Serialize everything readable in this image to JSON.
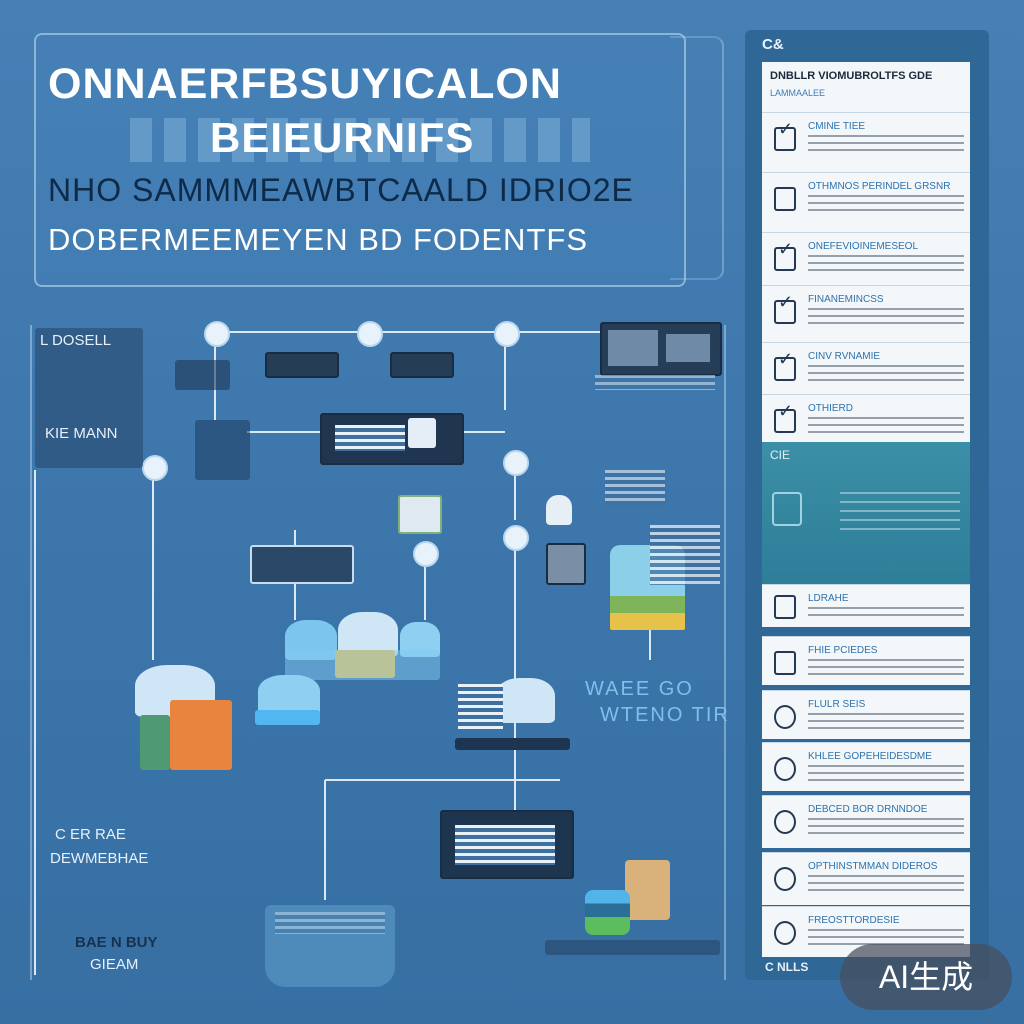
{
  "header": {
    "line1": "ONNAERFBSUYICALON",
    "line2": "BEIEURNIFS",
    "line3": "NHO SAMMMEAWBTCAALD IDRIO2E",
    "line4": "DOBERMEEMEYEN BD FODENTFS"
  },
  "diagram": {
    "label_top_left": "L DOSELL",
    "label_mid_left": "KIE MANN",
    "label_right_1": "WAEE GO",
    "label_right_2": "WTENO TIR",
    "label_bottom_left_1": "C ER RAE",
    "label_bottom_left_2": "DEWMEBHAE",
    "label_bottom_left_3": "BAE N BUY",
    "label_bottom_left_4": "GIEAM"
  },
  "sidebar": {
    "logo": "C&",
    "title": "DNBLLR VIOMUBROLTFS GDE",
    "subtitle": "LAMMAALEE",
    "items": [
      {
        "title": "CMINE TIEE"
      },
      {
        "title": "OTHMNOS PERINDEL GRSNR"
      },
      {
        "title": "ONEFEVIOINEMESEOL"
      },
      {
        "title": "FINANEMINCSS"
      },
      {
        "title": "CINV RVNAMIE"
      },
      {
        "title": "OTHIERD"
      }
    ],
    "teal_label": "CIE",
    "lower_items": [
      {
        "title": "LDRAHE"
      },
      {
        "title": "FHIE PCIEDES"
      },
      {
        "title": "FLULR SEIS"
      },
      {
        "title": "KHLEE GOPEHEIDESDME"
      },
      {
        "title": "DEBCED BOR DRNNDOE"
      },
      {
        "title": "OPTHINSTMMAN DIDEROS"
      },
      {
        "title": "FREOSTTORDESIE"
      }
    ],
    "footer": "C NLLS"
  },
  "watermark": "AI生成"
}
